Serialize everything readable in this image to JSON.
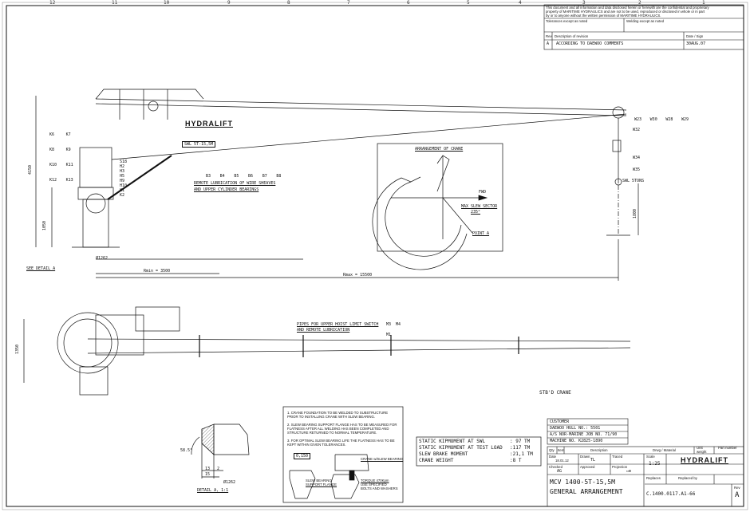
{
  "frame": {
    "columns": [
      "12",
      "11",
      "10",
      "9",
      "8",
      "7",
      "6",
      "5",
      "4",
      "3",
      "2",
      "1"
    ]
  },
  "header_block": {
    "disclaimer": [
      "This document and all information and data disclosed herein or herewith are the confidential and proprietary",
      "property of MARITIME HYDRAULICS and are not to be used, reproduced or disclosed in whole or in part",
      "by or to anyone without the written permission of MARITIME HYDRAULICS."
    ],
    "tolerances": "Tolerances except as noted",
    "welding": "Welding except as noted",
    "rev_header": "Rev",
    "desc_header": "Description of revision",
    "date_header": "Date / Sign",
    "revisions": [
      {
        "rev": "A",
        "desc": "ACCORDING TO DAEWOO COMMENTS",
        "date": "30AUG.07"
      }
    ]
  },
  "side_view": {
    "logo": "HYDRALIFT",
    "swl_label": "SWL 5T-15,5M",
    "lubrication_note": [
      "REMOTE LUBRICATION OF WIRE SHEAVES",
      "AND UPPER CYLINDER BEARINGS"
    ],
    "hook_label": "SWL 5TONS",
    "dim_height": "4150",
    "dim_pedestal": "1050",
    "dim_diameter": "Ø1262",
    "dim_hook": "1800",
    "rmin": "Rmin = 3500",
    "rmax": "Rmax = 15500",
    "see_detail": "SEE DETAIL A",
    "balloons_left": [
      "K6",
      "K7",
      "K8",
      "K9",
      "K10",
      "K11",
      "K12",
      "K13",
      "S18",
      "H2",
      "H3",
      "H5",
      "H9",
      "H10",
      "K1",
      "K2"
    ],
    "balloons_mid": [
      "B3",
      "B4",
      "B5",
      "B6",
      "B7",
      "B8"
    ],
    "balloons_right": [
      "W23",
      "W30",
      "W28",
      "W29",
      "W32",
      "W34",
      "W35"
    ]
  },
  "arrangement": {
    "title": "ARRANGEMENT OF CRANE",
    "fwd": "FWD",
    "sector_label": "MAX SLEW SECTOR",
    "sector_value": "235°",
    "point": "POINT A"
  },
  "plan_view": {
    "pipes_note": [
      "PIPES FOR UPPER HOIST LIMIT SWITCH",
      "AND REMOTE LUBRICATION"
    ],
    "balloons": [
      "M3",
      "M4",
      "M1"
    ],
    "dim": "1350",
    "side_label": "STB'D CRANE"
  },
  "detail_a": {
    "angle": "58.5°",
    "dims": [
      "13",
      "2",
      "15",
      "Ø1262"
    ],
    "title": "DETAIL A, 1:1"
  },
  "notes": {
    "items": [
      "1. CRANE FOUNDATION TO BE WELDED TO SUBSTRUCTURE PRIOR TO INSTALLING CRANE WITH SLEW BEARING.",
      "2. SLEW BEARING SUPPORT FLANGE HAS TO BE MEASURED FOR FLATNESS AFTER ALL WELDING HAS BEEN COMPLETED AND STRUCTURE RETURNED TO NORMAL TEMPERATURE.",
      "3. FOR OPTIMAL SLEW BEARING LIFE THE FLATNESS HAS TO BE KEPT WITHIN GIVEN TOLERANCES."
    ],
    "flatness": "0,150",
    "crane_label": "CRANE w/SLEW BEARING",
    "flange_label": [
      "SLEW BEARING",
      "SUPPORT FLANGE"
    ],
    "torque_label": [
      "TORQUE 470Kpm",
      "USE SPECIFIED",
      "BOLTS AND WASHERS"
    ]
  },
  "moments": [
    {
      "label": "STATIC KIPMOMENT AT SWL",
      "value": ": 97  TM"
    },
    {
      "label": "STATIC KIPMOMENT AT TEST LOAD",
      "value": ":117  TM"
    },
    {
      "label": "SLEW BRAKE MOMENT",
      "value": ":21,1  TM"
    },
    {
      "label": "CRANE WEIGHT",
      "value": ":8  T"
    }
  ],
  "title_block": {
    "customer": [
      "CUSTOMER",
      "DAEWOO  HULL NO.: 5501",
      "A/S  NOR-MARINE  JOB  NO. 71/90",
      "MACHINE  NO. K2825-1890"
    ],
    "headers": [
      "Qty",
      "Item",
      "Description",
      "Drwg / Material",
      "Unit weight",
      "Part number"
    ],
    "date_label": "Date",
    "date_value": "18.01.12",
    "drawn_label": "Drawn",
    "drawn_value": "TL",
    "traced_label": "Traced",
    "checked_label": "Checked",
    "checked_value": "AG",
    "approved_label": "Approved",
    "projection_label": "Projection",
    "scale_label": "Scale",
    "scale_value": "1:25",
    "logo": "HYDRALIFT",
    "replaces_label": "Replaces",
    "replaced_by_label": "Replaced by",
    "title": [
      "MCV  1400-5T-15,5M",
      "GENERAL ARRANGEMENT"
    ],
    "drawing_number": "C.1400.0117.A1-66",
    "rev_label": "Rev",
    "rev_value": "A"
  }
}
